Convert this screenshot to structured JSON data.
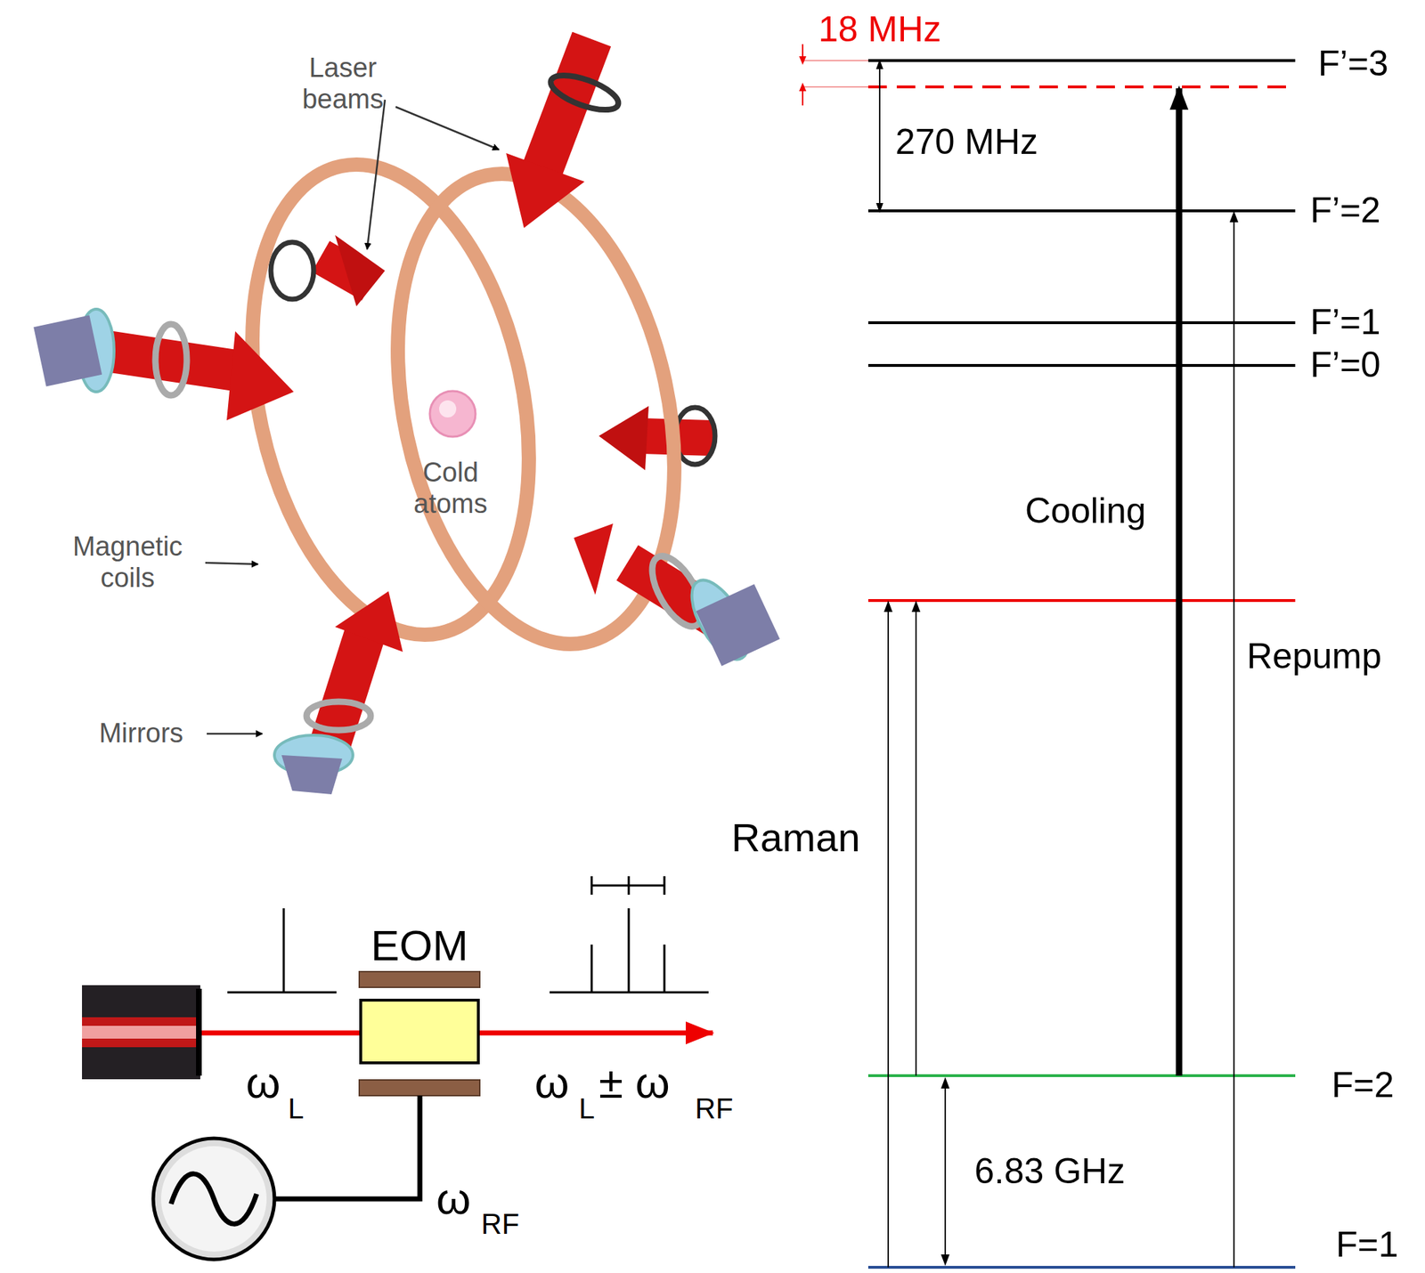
{
  "diagram": {
    "nodes": [
      {
        "text": [
          "EOM"
        ]
      }
    ],
    "labels": [
      "Laser beams",
      "Cold atoms",
      "Magnetic coils",
      "Mirrors",
      "18 MHz",
      "270 MHz",
      "F’=3",
      "F’=2",
      "F’=1",
      "F’=0",
      "Cooling",
      "Repump",
      "Raman",
      "F=2",
      "6.83 GHz",
      "F=1",
      "ω",
      "L",
      "ω",
      "L",
      "± ω",
      "RF",
      "ω",
      "RF"
    ]
  }
}
